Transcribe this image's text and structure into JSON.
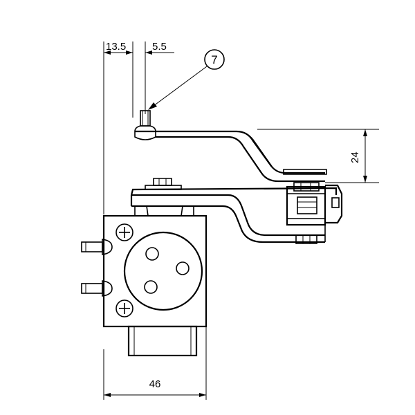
{
  "dimensions": {
    "offset_left": "13.5",
    "offset_right": "5.5",
    "height_right": "24",
    "width_bottom": "46"
  },
  "callout": {
    "label": "7"
  }
}
